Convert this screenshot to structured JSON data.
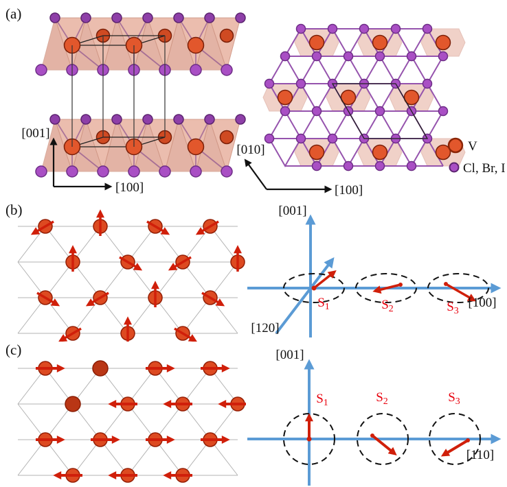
{
  "figure": {
    "panel_a_label": "(a)",
    "panel_b_label": "(b)",
    "panel_c_label": "(c)"
  },
  "panel_a": {
    "side_view": {
      "vertical_axis": "[001]",
      "horizontal_axis": "[100]"
    },
    "top_view": {
      "vertical_axis": "[010]",
      "horizontal_axis": "[100]"
    },
    "legend": {
      "vanadium": "V",
      "halogens": "Cl, Br, I"
    }
  },
  "panel_b": {
    "vertical_axis": "[001]",
    "horizontal_axis": "[100]",
    "diagonal_axis": "[120]",
    "spins": [
      {
        "base": "S",
        "sub": "1"
      },
      {
        "base": "S",
        "sub": "2"
      },
      {
        "base": "S",
        "sub": "3"
      }
    ]
  },
  "panel_c": {
    "vertical_axis": "[001]",
    "horizontal_axis": "[110]",
    "spins": [
      {
        "base": "S",
        "sub": "1"
      },
      {
        "base": "S",
        "sub": "2"
      },
      {
        "base": "S",
        "sub": "3"
      }
    ]
  },
  "colors": {
    "vanadium": "#e2572c",
    "halogen": "#a94fc4",
    "octahedra": "#e7b3a4",
    "spin_arrow": "#d01f0a",
    "axis_blue": "#5b9bd5",
    "spin_label": "#e8000d"
  }
}
